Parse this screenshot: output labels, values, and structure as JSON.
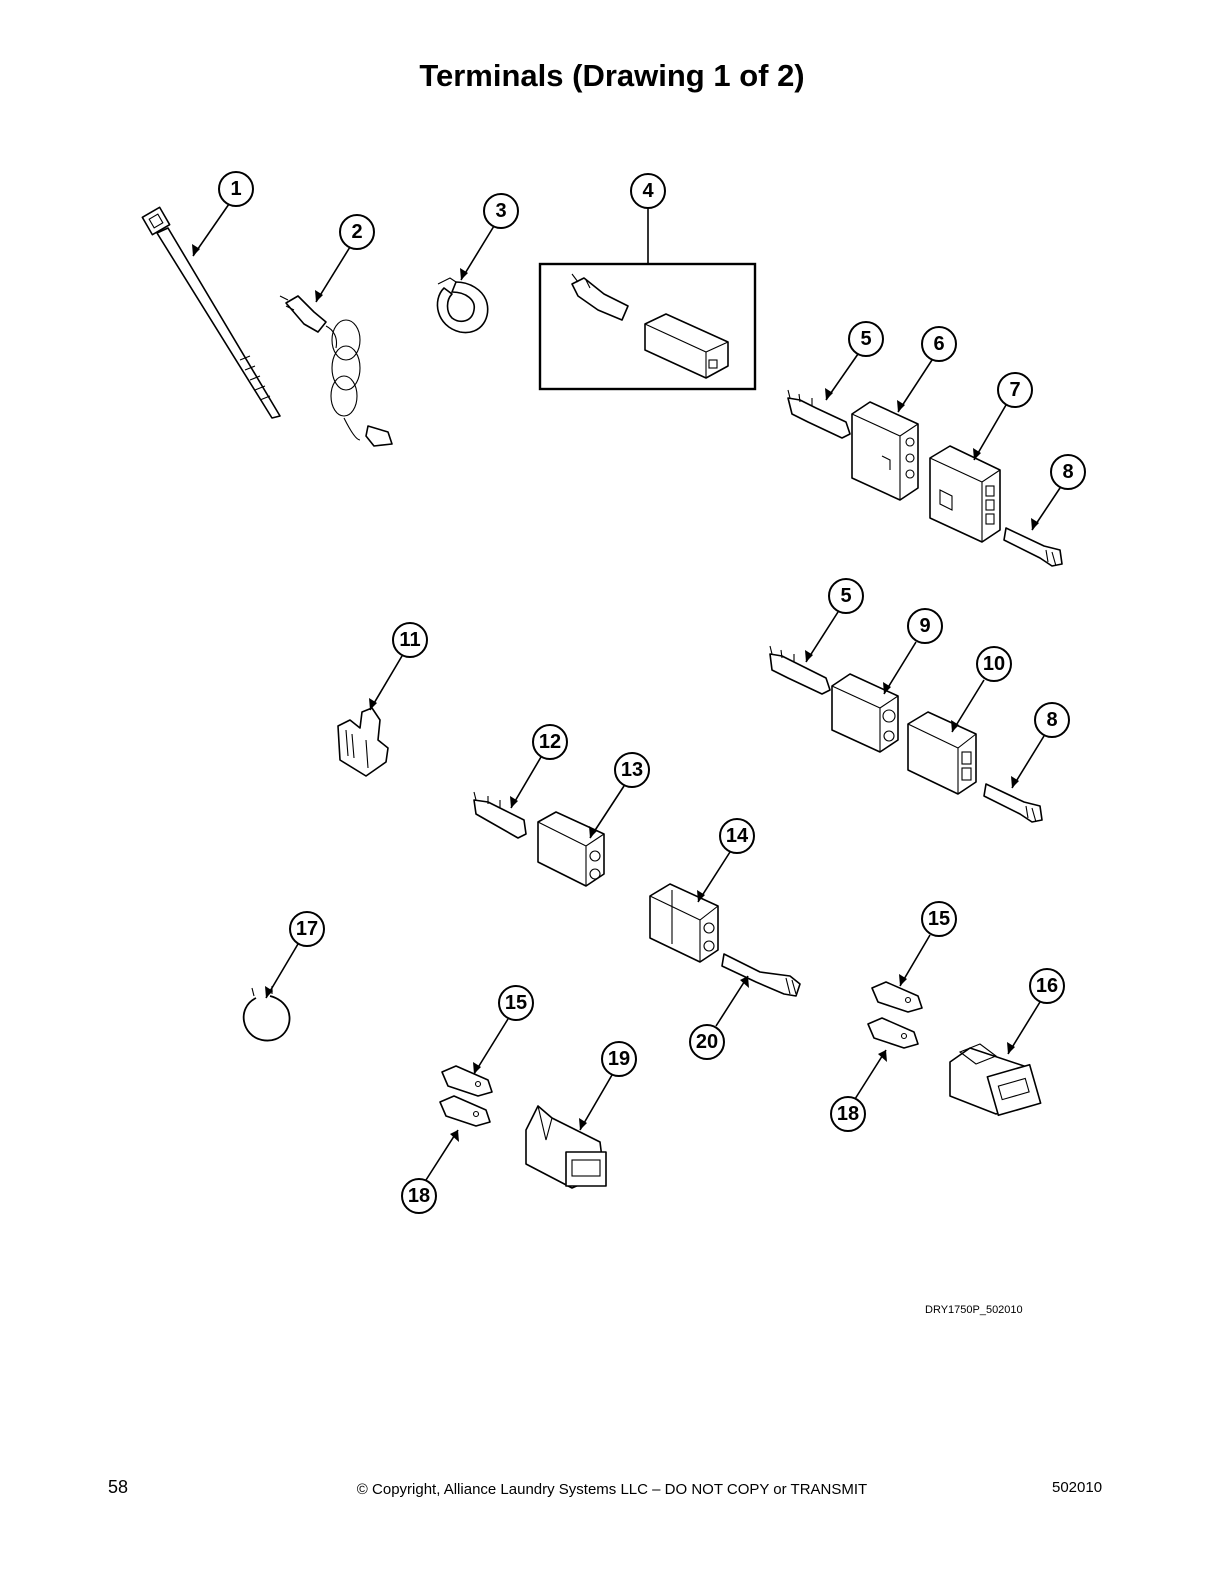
{
  "page": {
    "title": "Terminals (Drawing 1 of 2)",
    "drawing_id": "DRY1750P_502010",
    "page_number": "58",
    "copyright": "© Copyright, Alliance Laundry Systems LLC – DO NOT COPY or TRANSMIT",
    "doc_number": "502010"
  },
  "callouts": [
    {
      "label": "1"
    },
    {
      "label": "2"
    },
    {
      "label": "3"
    },
    {
      "label": "4"
    },
    {
      "label": "5"
    },
    {
      "label": "6"
    },
    {
      "label": "7"
    },
    {
      "label": "8"
    },
    {
      "label": "5"
    },
    {
      "label": "9"
    },
    {
      "label": "10"
    },
    {
      "label": "8"
    },
    {
      "label": "11"
    },
    {
      "label": "12"
    },
    {
      "label": "13"
    },
    {
      "label": "14"
    },
    {
      "label": "15"
    },
    {
      "label": "16"
    },
    {
      "label": "17"
    },
    {
      "label": "15"
    },
    {
      "label": "18"
    },
    {
      "label": "19"
    },
    {
      "label": "20"
    },
    {
      "label": "18"
    }
  ]
}
